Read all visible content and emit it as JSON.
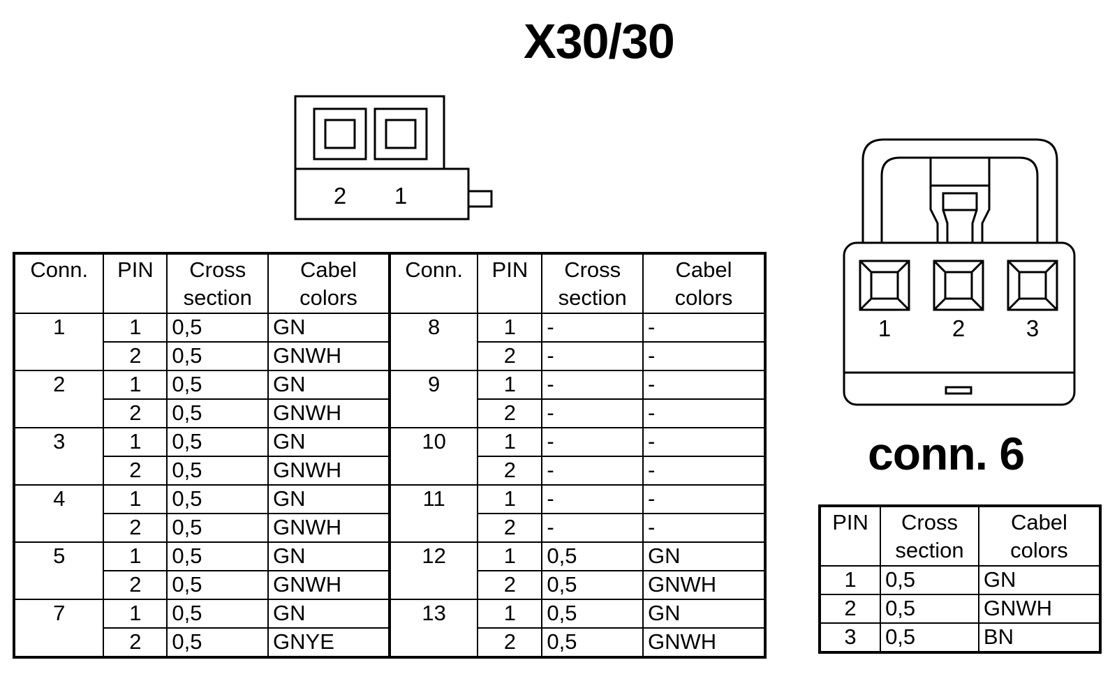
{
  "title": "X30/30",
  "connector_small": {
    "pin_labels": [
      "2",
      "1"
    ]
  },
  "connector6": {
    "pin_labels": [
      "1",
      "2",
      "3"
    ],
    "title": "conn. 6"
  },
  "main_table": {
    "headers": [
      {
        "line1": "Conn.",
        "line2": ""
      },
      {
        "line1": "PIN",
        "line2": ""
      },
      {
        "line1": "Cross",
        "line2": "section"
      },
      {
        "line1": "Cabel",
        "line2": "colors"
      },
      {
        "line1": "Conn.",
        "line2": ""
      },
      {
        "line1": "PIN",
        "line2": ""
      },
      {
        "line1": "Cross",
        "line2": "section"
      },
      {
        "line1": "Cabel",
        "line2": "colors"
      }
    ],
    "groups": [
      {
        "left_conn": "1",
        "right_conn": "8",
        "rows": [
          {
            "l_pin": "1",
            "l_cs": "0,5",
            "l_col": "GN",
            "r_pin": "1",
            "r_cs": "-",
            "r_col": "-"
          },
          {
            "l_pin": "2",
            "l_cs": "0,5",
            "l_col": "GNWH",
            "r_pin": "2",
            "r_cs": "-",
            "r_col": "-"
          }
        ]
      },
      {
        "left_conn": "2",
        "right_conn": "9",
        "rows": [
          {
            "l_pin": "1",
            "l_cs": "0,5",
            "l_col": "GN",
            "r_pin": "1",
            "r_cs": "-",
            "r_col": "-"
          },
          {
            "l_pin": "2",
            "l_cs": "0,5",
            "l_col": "GNWH",
            "r_pin": "2",
            "r_cs": "-",
            "r_col": "-"
          }
        ]
      },
      {
        "left_conn": "3",
        "right_conn": "10",
        "rows": [
          {
            "l_pin": "1",
            "l_cs": "0,5",
            "l_col": "GN",
            "r_pin": "1",
            "r_cs": "-",
            "r_col": "-"
          },
          {
            "l_pin": "2",
            "l_cs": "0,5",
            "l_col": "GNWH",
            "r_pin": "2",
            "r_cs": "-",
            "r_col": "-"
          }
        ]
      },
      {
        "left_conn": "4",
        "right_conn": "11",
        "rows": [
          {
            "l_pin": "1",
            "l_cs": "0,5",
            "l_col": "GN",
            "r_pin": "1",
            "r_cs": "-",
            "r_col": "-"
          },
          {
            "l_pin": "2",
            "l_cs": "0,5",
            "l_col": "GNWH",
            "r_pin": "2",
            "r_cs": "-",
            "r_col": "-"
          }
        ]
      },
      {
        "left_conn": "5",
        "right_conn": "12",
        "rows": [
          {
            "l_pin": "1",
            "l_cs": "0,5",
            "l_col": "GN",
            "r_pin": "1",
            "r_cs": "0,5",
            "r_col": "GN"
          },
          {
            "l_pin": "2",
            "l_cs": "0,5",
            "l_col": "GNWH",
            "r_pin": "2",
            "r_cs": "0,5",
            "r_col": "GNWH"
          }
        ]
      },
      {
        "left_conn": "7",
        "right_conn": "13",
        "rows": [
          {
            "l_pin": "1",
            "l_cs": "0,5",
            "l_col": "GN",
            "r_pin": "1",
            "r_cs": "0,5",
            "r_col": "GN"
          },
          {
            "l_pin": "2",
            "l_cs": "0,5",
            "l_col": "GNYE",
            "r_pin": "2",
            "r_cs": "0,5",
            "r_col": "GNWH"
          }
        ]
      }
    ]
  },
  "conn6_table": {
    "headers": [
      {
        "line1": "PIN",
        "line2": ""
      },
      {
        "line1": "Cross",
        "line2": "section"
      },
      {
        "line1": "Cabel",
        "line2": "colors"
      }
    ],
    "rows": [
      {
        "pin": "1",
        "cs": "0,5",
        "col": "GN"
      },
      {
        "pin": "2",
        "cs": "0,5",
        "col": "GNWH"
      },
      {
        "pin": "3",
        "cs": "0,5",
        "col": "BN"
      }
    ]
  }
}
